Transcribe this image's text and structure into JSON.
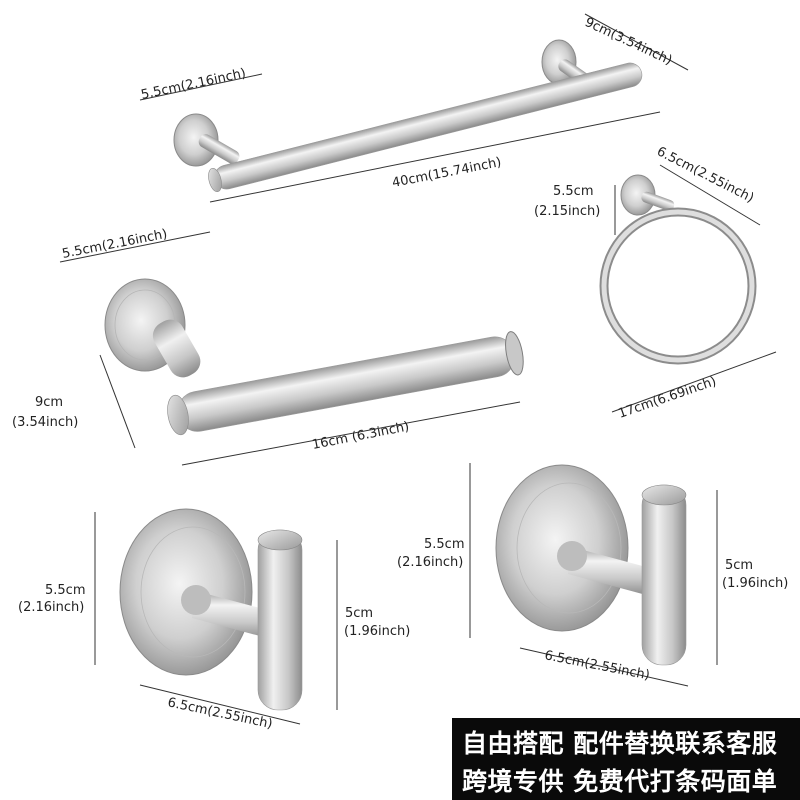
{
  "towel_bar": {
    "mount_diameter": "5.5cm(2.16inch)",
    "depth": "9cm(3.54inch)",
    "length": "40cm(15.74inch)"
  },
  "towel_ring": {
    "depth": "6.5cm(2.55inch)",
    "mount_height_line1": "5.5cm",
    "mount_height_line2": "(2.15inch)",
    "ring_diameter": "17cm(6.69inch)"
  },
  "paper_holder": {
    "mount_diameter": "5.5cm(2.16inch)",
    "depth_line1": "9cm",
    "depth_line2": "(3.54inch)",
    "length": "16cm (6.3inch)"
  },
  "hook_left": {
    "mount_height_line1": "5.5cm",
    "mount_height_line2": "(2.16inch)",
    "hook_height_line1": "5cm",
    "hook_height_line2": "(1.96inch)",
    "depth": "6.5cm(2.55inch)"
  },
  "hook_right": {
    "mount_height_line1": "5.5cm",
    "mount_height_line2": "(2.16inch)",
    "hook_height_line1": "5cm",
    "hook_height_line2": "(1.96inch)",
    "depth": "6.5cm(2.55inch)"
  },
  "banner": {
    "line1": "自由搭配  配件替换联系客服",
    "line2": "跨境专供  免费代打条码面单"
  },
  "colors": {
    "steel_light": "#f2f2f2",
    "steel_mid": "#c4c4c4",
    "steel_dark": "#8a8a8a",
    "banner_bg": "#0a0a0a",
    "banner_text": "#ffffff"
  }
}
